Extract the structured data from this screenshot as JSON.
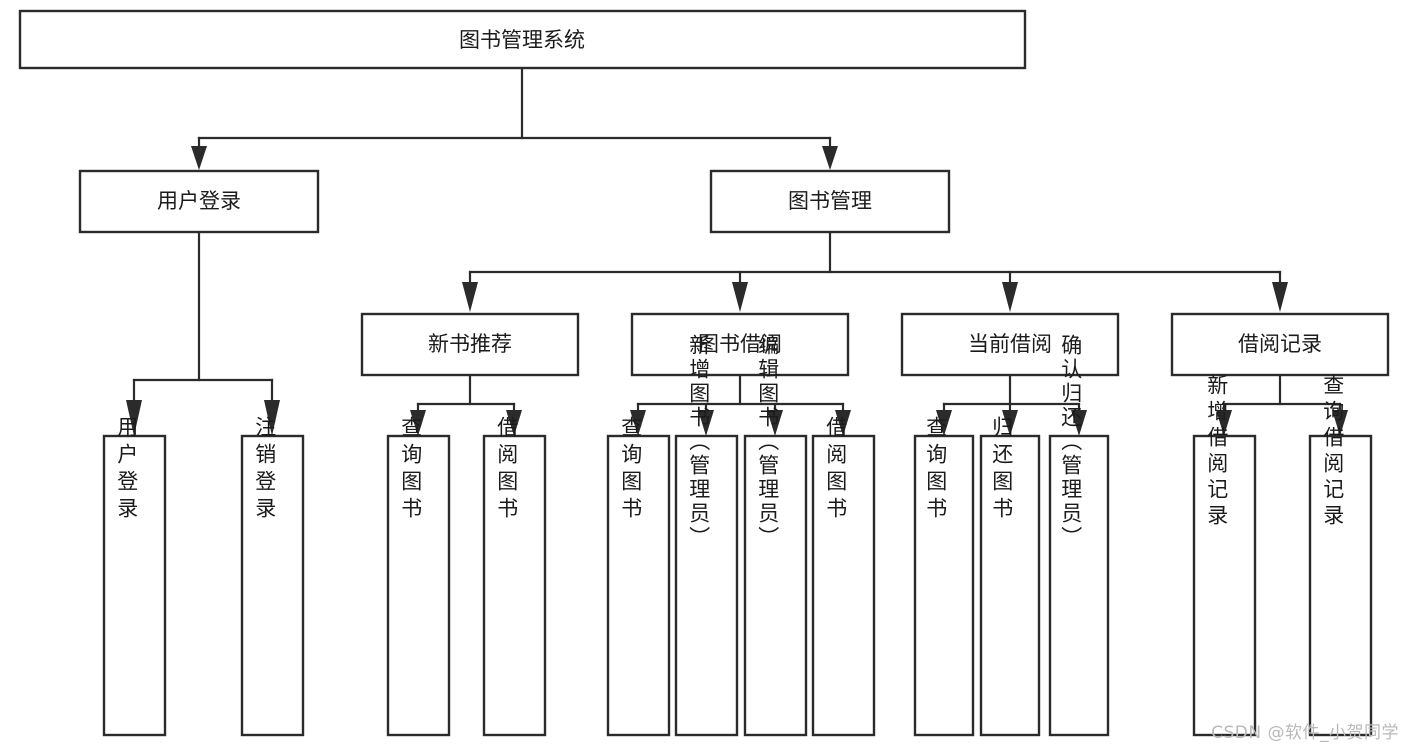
{
  "diagram": {
    "type": "tree-hierarchy-chart",
    "title_text": "图书管理系统",
    "watermark": "CSDN @软件_小贺同学",
    "colors": {
      "box_fill": "#ffffff",
      "box_stroke": "#2b2b2b",
      "connector": "#2b2b2b",
      "text": "#1b1b1b",
      "watermark": "#b9b9b9",
      "background": "#ffffff"
    },
    "levels": {
      "root": {
        "label": "图书管理系统",
        "orientation": "horizontal"
      },
      "level2": [
        {
          "label": "用户登录",
          "orientation": "horizontal"
        },
        {
          "label": "图书管理",
          "orientation": "horizontal"
        }
      ],
      "level3": [
        {
          "label": "新书推荐",
          "orientation": "horizontal"
        },
        {
          "label": "图书借阅",
          "orientation": "horizontal"
        },
        {
          "label": "当前借阅",
          "orientation": "horizontal"
        },
        {
          "label": "借阅记录",
          "orientation": "horizontal"
        }
      ],
      "leaves": [
        {
          "label": "用户登录",
          "orientation": "vertical",
          "parent": "用户登录"
        },
        {
          "label": "注销登录",
          "orientation": "vertical",
          "parent": "用户登录"
        },
        {
          "label": "查询图书",
          "orientation": "vertical",
          "parent": "新书推荐"
        },
        {
          "label": "借阅图书",
          "orientation": "vertical",
          "parent": "新书推荐"
        },
        {
          "label": "查询图书",
          "orientation": "vertical",
          "parent": "图书借阅"
        },
        {
          "label": "新增图书（管理员）",
          "orientation": "vertical",
          "parent": "图书借阅"
        },
        {
          "label": "编辑图书（管理员）",
          "orientation": "vertical",
          "parent": "图书借阅"
        },
        {
          "label": "借阅图书",
          "orientation": "vertical",
          "parent": "图书借阅"
        },
        {
          "label": "查询图书",
          "orientation": "vertical",
          "parent": "当前借阅"
        },
        {
          "label": "归还图书",
          "orientation": "vertical",
          "parent": "当前借阅"
        },
        {
          "label": "确认归还（管理员）",
          "orientation": "vertical",
          "parent": "当前借阅"
        },
        {
          "label": "新增借阅记录",
          "orientation": "vertical",
          "parent": "借阅记录"
        },
        {
          "label": "查询借阅记录",
          "orientation": "vertical",
          "parent": "借阅记录"
        }
      ]
    }
  }
}
